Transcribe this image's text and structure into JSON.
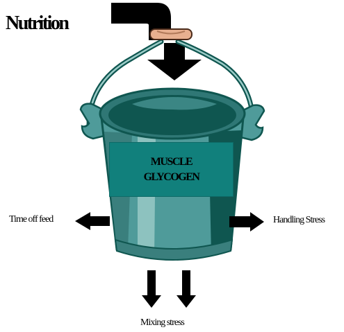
{
  "title": "Nutrition",
  "box": {
    "line1": "MUSCLE",
    "line2": "GLYCOGEN"
  },
  "left_label": "Time off feed",
  "right_label": "Handling Stress",
  "bottom_label": "Mixing stress",
  "colors": {
    "bucket_main": "#4f9b9a",
    "bucket_dark": "#0f5650",
    "bucket_light": "#9cccc8",
    "box_fill": "#11807c",
    "handle_wood": "#e8b090",
    "arrows": "#000000"
  }
}
